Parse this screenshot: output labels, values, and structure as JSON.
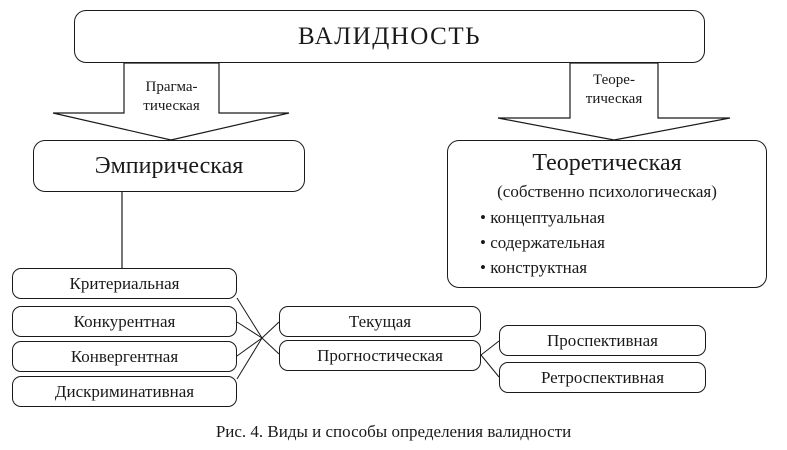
{
  "root": {
    "label": "ВАЛИДНОСТЬ"
  },
  "arrows": {
    "pragmatic": {
      "line1": "Прагма-",
      "line2": "тическая"
    },
    "theoretical": {
      "line1": "Теоре-",
      "line2": "тическая"
    }
  },
  "empirical": {
    "label": "Эмпирическая"
  },
  "theoretical": {
    "title": "Теоретическая",
    "subtitle": "(собственно психологическая)",
    "items": [
      "концептуальная",
      "содержательная",
      "конструктная"
    ]
  },
  "criteria": [
    "Критериальная",
    "Конкурентная",
    "Конвергентная",
    "Дискриминативная"
  ],
  "time_types": {
    "current": "Текущая",
    "prognostic": "Прогностическая"
  },
  "prognostic_types": {
    "prospective": "Проспективная",
    "retrospective": "Ретроспективная"
  },
  "caption": "Рис. 4. Виды и способы определения валидности",
  "colors": {
    "line": "#1a1a1a",
    "background": "#ffffff"
  }
}
